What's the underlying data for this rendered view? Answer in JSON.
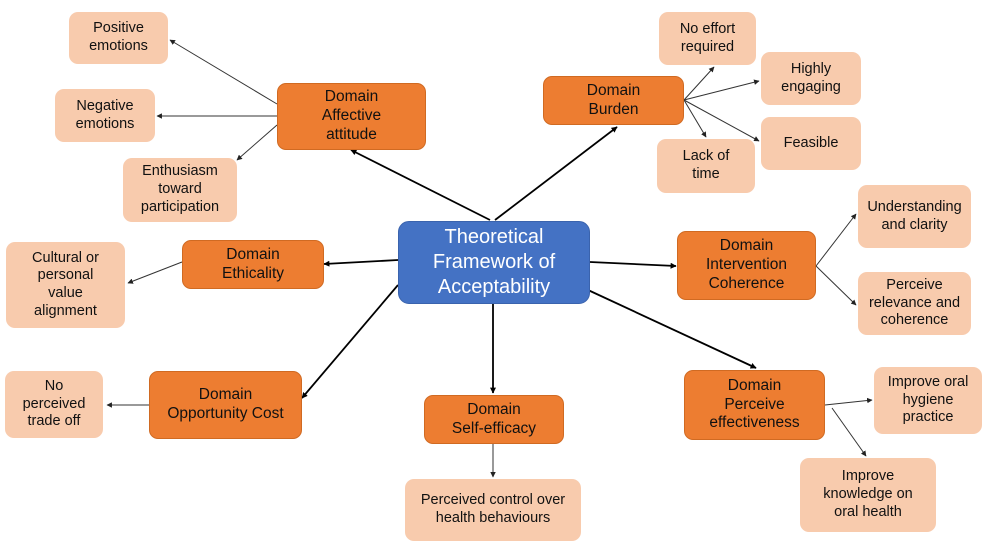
{
  "center": {
    "label": "Theoretical\nFramework of\nAcceptability"
  },
  "domains": {
    "affective": {
      "label": "Domain\nAffective\nattitude"
    },
    "burden": {
      "label": "Domain\nBurden"
    },
    "ethicality": {
      "label": "Domain\nEthicality"
    },
    "coherence": {
      "label": "Domain\nIntervention\nCoherence"
    },
    "opportunity": {
      "label": "Domain\nOpportunity Cost"
    },
    "selfefficacy": {
      "label": "Domain\nSelf-efficacy"
    },
    "effectiveness": {
      "label": "Domain\nPerceive\neffectiveness"
    }
  },
  "leaves": {
    "positive": {
      "label": "Positive\nemotions"
    },
    "negative": {
      "label": "Negative\nemotions"
    },
    "enthusiasm": {
      "label": "Enthusiasm\ntoward\nparticipation"
    },
    "noeffort": {
      "label": "No effort\nrequired"
    },
    "engaging": {
      "label": "Highly\nengaging"
    },
    "feasible": {
      "label": "Feasible"
    },
    "lacktime": {
      "label": "Lack of\ntime"
    },
    "cultural": {
      "label": "Cultural or\npersonal\nvalue\nalignment"
    },
    "understanding": {
      "label": "Understanding\nand clarity"
    },
    "relevance": {
      "label": "Perceive\nrelevance and\ncoherence"
    },
    "tradeoff": {
      "label": "No\nperceived\ntrade off"
    },
    "control": {
      "label": "Perceived control over\nhealth behaviours"
    },
    "hygiene": {
      "label": "Improve oral\nhygiene\npractice"
    },
    "knowledge": {
      "label": "Improve\nknowledge on\noral health"
    }
  },
  "colors": {
    "center_fill": "#4472c4",
    "domain_fill": "#ed7d31",
    "leaf_fill": "#f8cbad"
  }
}
